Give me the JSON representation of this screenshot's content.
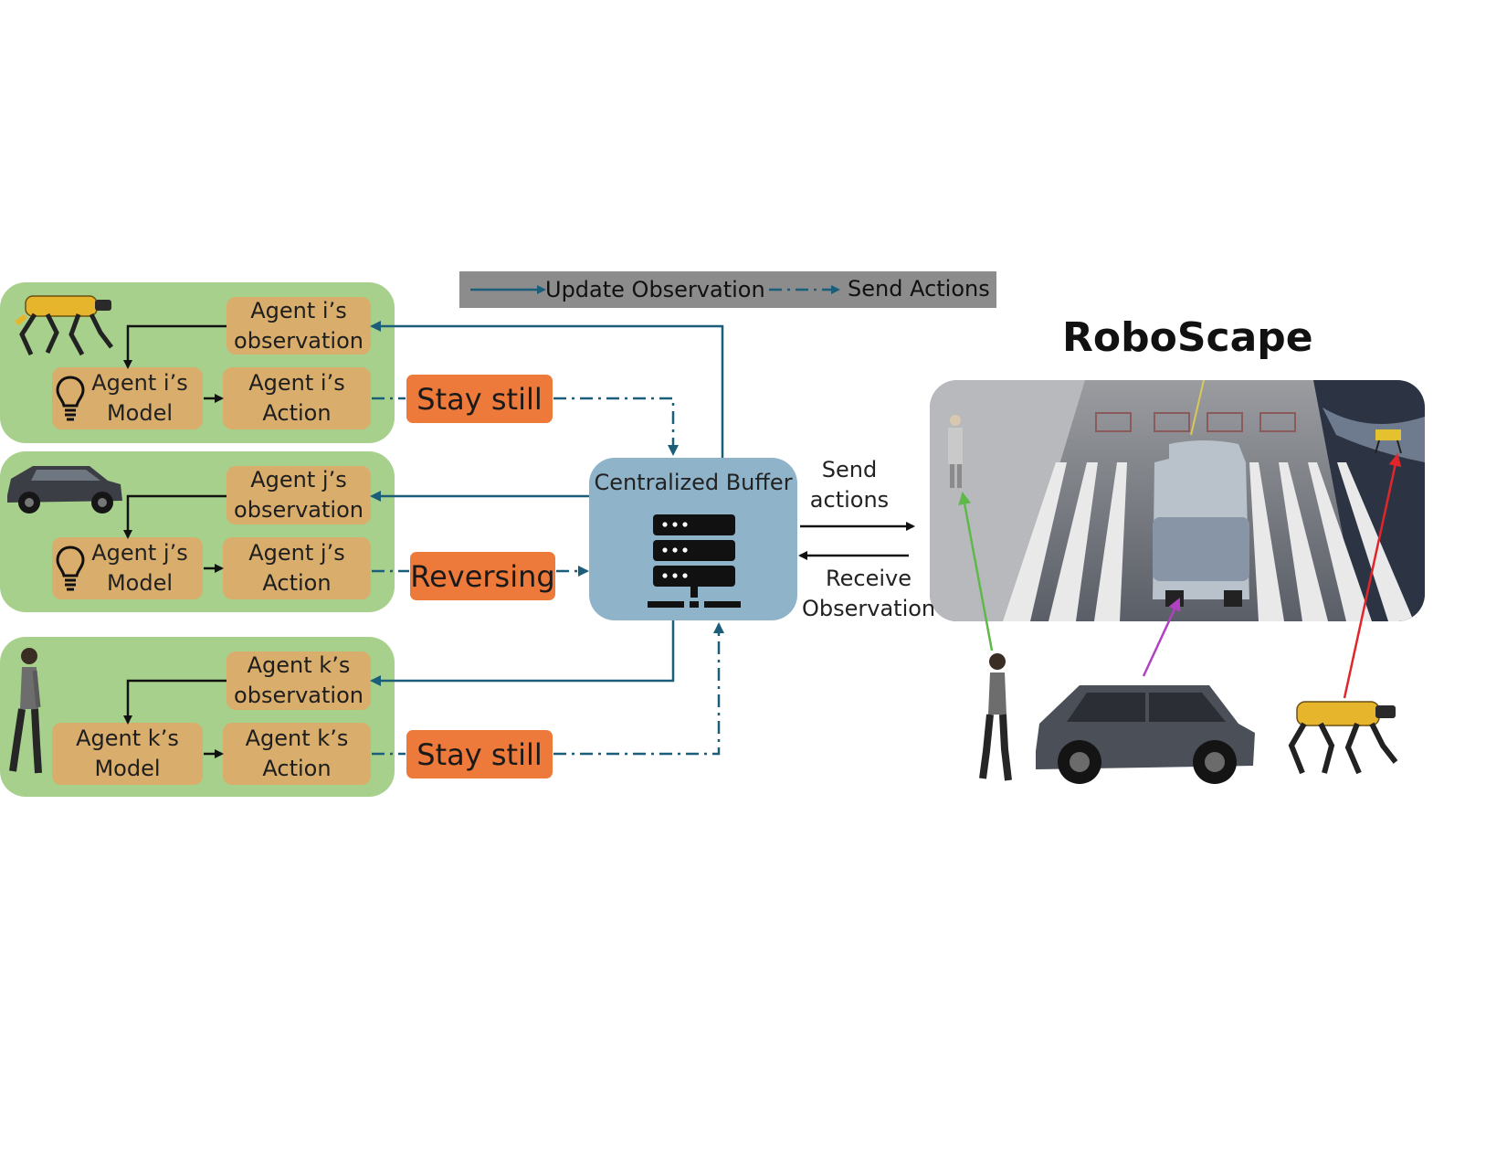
{
  "legend": {
    "update_label": "Update Observation",
    "send_label": "Send Actions"
  },
  "title": "RoboScape",
  "buffer_label": "Centralized Buffer",
  "send_actions_label": "Send\nactions",
  "receive_obs_label": "Receive\nObservation",
  "agents": [
    {
      "robot": "robot-dog",
      "observation": "Agent i’s\nobservation",
      "model": "Agent i’s\nModel",
      "action": "Agent i’s\nAction",
      "command": "Stay still"
    },
    {
      "robot": "suv-car",
      "observation": "Agent j’s\nobservation",
      "model": "Agent j’s\nModel",
      "action": "Agent j’s\nAction",
      "command": "Reversing"
    },
    {
      "robot": "pedestrian",
      "observation": "Agent k’s\nobservation",
      "model": "Agent k’s\nModel",
      "action": "Agent k’s\nAction",
      "command": "Stay still"
    }
  ],
  "colors": {
    "panel": "#a8d08d",
    "box": "#d9ad6c",
    "command": "#ed7a3b",
    "buffer": "#8fb3c9",
    "flow": "#1b5e7a",
    "legend_bg": "#8c8c8c",
    "green_arrow": "#5fb94a",
    "magenta_arrow": "#b041c0",
    "red_arrow": "#e0262a"
  },
  "icons": [
    "lightbulb-icon",
    "server-icon",
    "robot-dog-image",
    "suv-car-image",
    "pedestrian-image",
    "simulation-scene-image"
  ]
}
